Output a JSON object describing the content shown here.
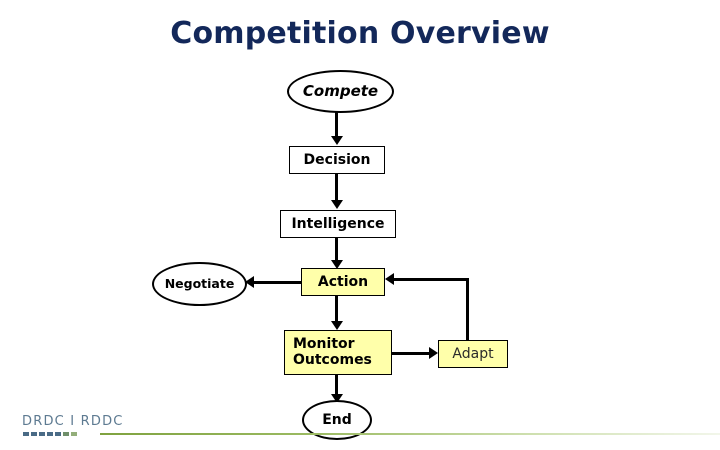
{
  "slide": {
    "title": "Competition Overview",
    "title_color": "#13285a",
    "background": "#ffffff"
  },
  "diagram": {
    "accent_yellow": "#ffffaa",
    "outline_color": "#000000",
    "nodes": [
      {
        "id": "compete",
        "label": "Compete",
        "shape": "ellipse",
        "fill": "#ffffff",
        "style": "bold-italic"
      },
      {
        "id": "decision",
        "label": "Decision",
        "shape": "rect",
        "fill": "#ffffff",
        "style": "bold"
      },
      {
        "id": "intelligence",
        "label": "Intelligence",
        "shape": "rect",
        "fill": "#ffffff",
        "style": "bold"
      },
      {
        "id": "negotiate",
        "label": "Negotiate",
        "shape": "ellipse",
        "fill": "#ffffff",
        "style": "bold"
      },
      {
        "id": "action",
        "label": "Action",
        "shape": "rect",
        "fill": "#ffffaa",
        "style": "bold"
      },
      {
        "id": "monitor",
        "label_line1": "Monitor",
        "label_line2": "Outcomes",
        "shape": "rect",
        "fill": "#ffffaa",
        "style": "bold"
      },
      {
        "id": "adapt",
        "label": "Adapt",
        "shape": "rect",
        "fill": "#ffffaa",
        "style": "regular"
      },
      {
        "id": "end",
        "label": "End",
        "shape": "ellipse",
        "fill": "#ffffff",
        "style": "bold"
      }
    ],
    "edges": [
      {
        "from": "compete",
        "to": "decision",
        "direction": "down"
      },
      {
        "from": "decision",
        "to": "intelligence",
        "direction": "down"
      },
      {
        "from": "intelligence",
        "to": "action",
        "direction": "down"
      },
      {
        "from": "action",
        "to": "negotiate",
        "direction": "left"
      },
      {
        "from": "action",
        "to": "monitor",
        "direction": "down"
      },
      {
        "from": "monitor",
        "to": "adapt",
        "direction": "right"
      },
      {
        "from": "adapt",
        "to": "action",
        "direction": "up-left-feedback"
      },
      {
        "from": "monitor",
        "to": "end",
        "direction": "down"
      }
    ]
  },
  "footer": {
    "logo_text": "DRDC I RDDC",
    "logo_text_color": "#5d7a91",
    "rule_color": "#7fa23f"
  }
}
